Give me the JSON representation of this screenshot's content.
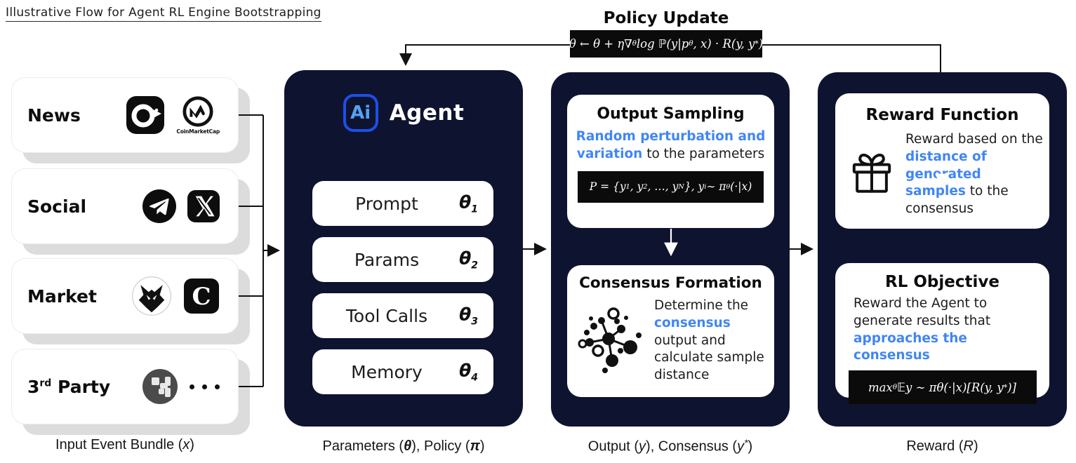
{
  "title": "Illustrative Flow for Agent RL Engine Bootstrapping",
  "policy_update": {
    "heading": "Policy Update",
    "formula": {
      "p1": "θ ← θ + η∇",
      "s1": "θ",
      "p2": " log ℙ(y|p",
      "s2": "θ",
      "p3": ", x) · R(y, y",
      "sup1": "*",
      "p4": ")"
    }
  },
  "inputs": {
    "rows": [
      {
        "label": "News"
      },
      {
        "label": "Social"
      },
      {
        "label": "Market"
      },
      {
        "label_base": "3",
        "label_sup": "rd",
        "label_rest": " Party"
      }
    ],
    "coinmarketcap_label": "CoinMarketCap",
    "c_letter": "C",
    "caption": {
      "p1": "Input Event Bundle (",
      "v1": "x",
      "p2": ")"
    }
  },
  "agent": {
    "logo_text": "Ai",
    "name": "Agent",
    "items": [
      {
        "label": "Prompt",
        "sym": "θ",
        "sub": "1"
      },
      {
        "label": "Params",
        "sym": "θ",
        "sub": "2"
      },
      {
        "label": "Tool Calls",
        "sym": "θ",
        "sub": "3"
      },
      {
        "label": "Memory",
        "sym": "θ",
        "sub": "4"
      }
    ],
    "caption": {
      "p1": "Parameters (",
      "v1": "θ",
      "p2": "), Policy (",
      "v2": "π",
      "p3": ")"
    }
  },
  "sampling": {
    "title": "Output Sampling",
    "desc_blue": "Random perturbation and variation",
    "desc_rest": " to the parameters",
    "formula": {
      "p1": "P = {y",
      "s1": "1",
      "p2": ", y",
      "s2": "2",
      "p3": ", …, y",
      "s3": "N",
      "p4": "},   y",
      "s4": "i",
      "p5": " ∼ π",
      "s5": "θ",
      "p6": "(·|x)"
    }
  },
  "consensus": {
    "title": "Consensus Formation",
    "t1": "Determine the ",
    "blue": "consensus",
    "t2": " output and calculate sample distance"
  },
  "reward_fn": {
    "title": "Reward Function",
    "t1": "Reward based on the ",
    "blue": "distance of generated samples",
    "t2": " to the consensus"
  },
  "rl_objective": {
    "title": "RL Objective",
    "t1": "Reward the Agent to generate results that ",
    "blue": "approaches the consensus",
    "formula": {
      "p1": "max",
      "s1": "θ",
      "p2": " 𝔼y ∼ πθ(·|x)[R(y, y",
      "sup1": "*",
      "p3": ")]"
    }
  },
  "output_caption": {
    "p1": "Output (",
    "v1": "y",
    "p2": "), Consensus (",
    "v2": "y",
    "sup": "*",
    "p3": ")"
  },
  "reward_caption": {
    "p1": "Reward (",
    "v1": "R",
    "p2": ")"
  },
  "colors": {
    "navy": "#0e1330",
    "accent_blue": "#4186f5",
    "logo_border": "#1d4fe8",
    "logo_text": "#55a0f2",
    "formula_bg": "#0b0b0b"
  }
}
